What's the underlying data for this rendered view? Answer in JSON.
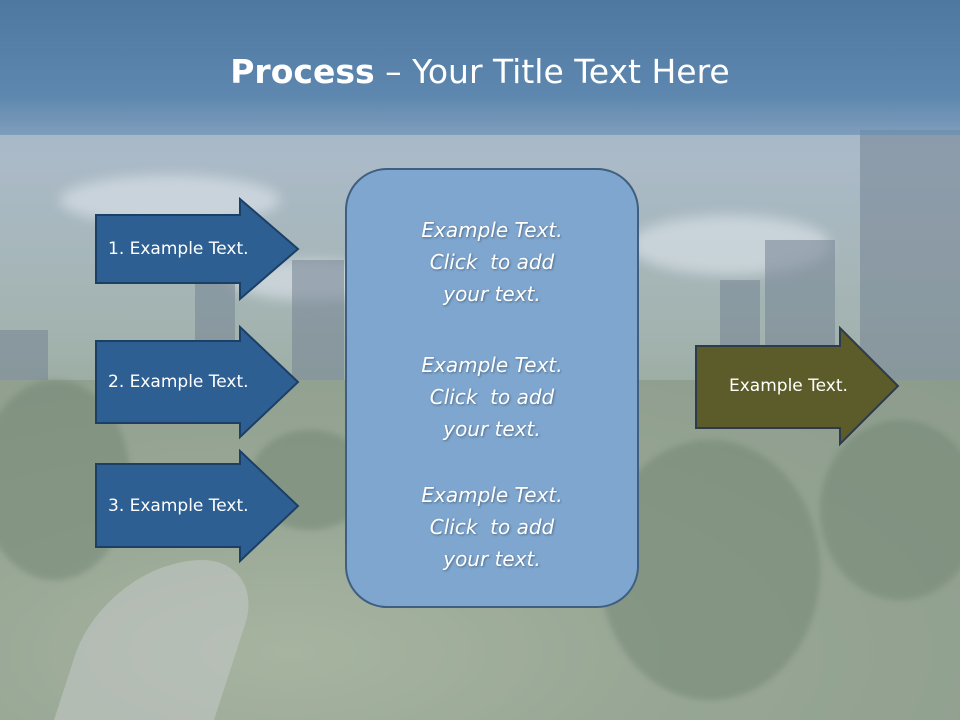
{
  "slide": {
    "title_bold": "Process",
    "title_rest": " – Your Title Text Here",
    "steps": [
      {
        "label": "1. Example Text."
      },
      {
        "label": "2. Example Text."
      },
      {
        "label": "3. Example Text."
      }
    ],
    "center_blocks": [
      {
        "lines": [
          "Example Text.",
          "Click  to add",
          "your text."
        ]
      },
      {
        "lines": [
          "Example Text.",
          "Click  to add",
          "your text."
        ]
      },
      {
        "lines": [
          "Example Text.",
          "Click  to add",
          "your text."
        ]
      }
    ],
    "output": {
      "label": "Example Text."
    }
  },
  "colors": {
    "step_arrow_fill": "#2e5f93",
    "output_arrow_fill": "#5c5c2a",
    "center_box_fill": "#7ea6cf",
    "title_band": "#5a84ab"
  }
}
